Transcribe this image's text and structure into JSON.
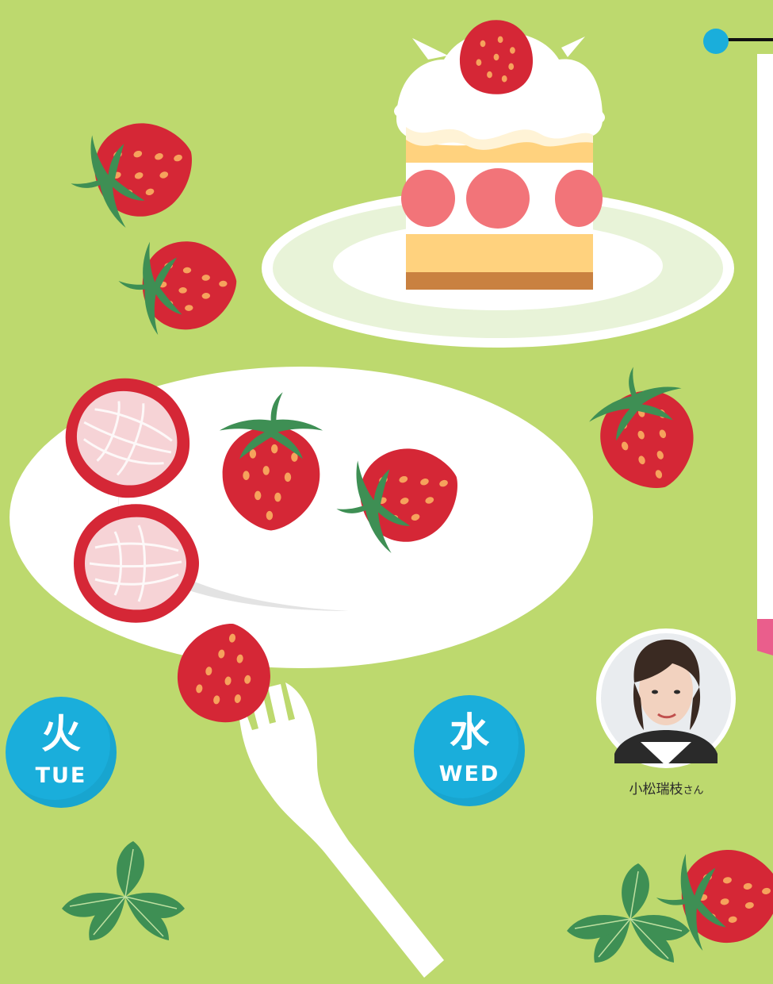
{
  "days": [
    {
      "kanji": "火",
      "label": "TUE",
      "color": "#1aaedb"
    },
    {
      "kanji": "水",
      "label": "WED",
      "color": "#1aaedb"
    }
  ],
  "person": {
    "name": "小松瑞枝",
    "suffix": "さん"
  },
  "colors": {
    "background": "#bdd96e",
    "strawberry": "#d52736",
    "seed": "#f6a25c",
    "leaf": "#3e8f54",
    "plate": "#ffffff",
    "cake_sponge": "#ffd27e",
    "cake_filling": "#f27479",
    "accent_blue": "#1aaedb",
    "accent_pink": "#ea5e8c"
  },
  "icons": [
    "strawberry-icon",
    "fork-icon",
    "shortcake-icon",
    "plate-icon",
    "strawberry-leaf-icon"
  ]
}
